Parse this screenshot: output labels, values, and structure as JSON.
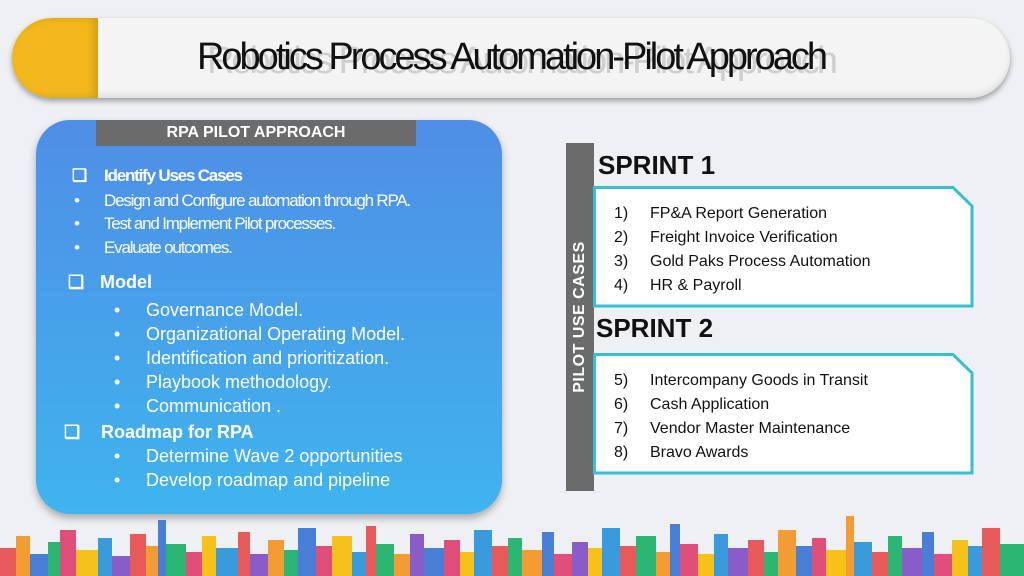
{
  "title": "Robotics Process Automation-Pilot Approach",
  "panel": {
    "label": "RPA PILOT APPROACH",
    "section1_title": "Identify Uses Cases",
    "section1_items": [
      "Design and Configure automation through RPA.",
      "Test and Implement Pilot processes.",
      "Evaluate outcomes."
    ],
    "section2_title": "Model",
    "section2_items": [
      "Governance Model.",
      "Organizational Operating Model.",
      "Identification and prioritization.",
      "Playbook methodology.",
      "Communication ."
    ],
    "section3_title": "Roadmap for RPA",
    "section3_items": [
      "Determine Wave 2 opportunities",
      "Develop roadmap and pipeline"
    ]
  },
  "side_label": "PILOT USE CASES",
  "sprint1": {
    "title": "SPRINT 1",
    "items": [
      {
        "n": "1)",
        "text": "FP&A Report Generation"
      },
      {
        "n": "2)",
        "text": "Freight Invoice Verification"
      },
      {
        "n": "3)",
        "text": "Gold Paks Process Automation"
      },
      {
        "n": "4)",
        "text": "HR & Payroll"
      }
    ]
  },
  "sprint2": {
    "title": "SPRINT 2",
    "items": [
      {
        "n": "5)",
        "text": "Intercompany Goods in Transit"
      },
      {
        "n": "6)",
        "text": "Cash Application"
      },
      {
        "n": "7)",
        "text": "Vendor Master Maintenance"
      },
      {
        "n": "8)",
        "text": "Bravo Awards"
      }
    ]
  },
  "colors": {
    "accent_yellow": "#f2b81c",
    "panel_blue": "#4f8ee6",
    "teal": "#37c1cf",
    "gray": "#6b6b6b"
  }
}
